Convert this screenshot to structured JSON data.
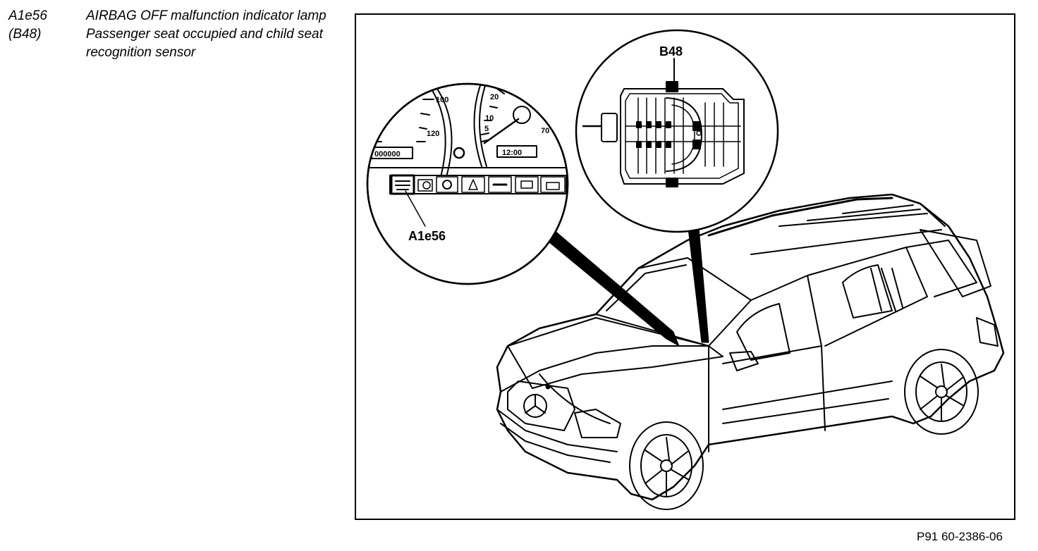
{
  "legend": [
    {
      "code": "A1e56",
      "description": "AIRBAG OFF malfunction indicator lamp"
    },
    {
      "code": "(B48)",
      "description": "Passenger seat occupied and child seat recognition sensor"
    }
  ],
  "callouts": {
    "cluster": "A1e56",
    "seat": "B48"
  },
  "cluster": {
    "speed_ticks": [
      "100",
      "120"
    ],
    "tach_ticks": [
      "20",
      "10",
      "5",
      "70"
    ],
    "odometer": "000000",
    "clock": "12:00"
  },
  "figure_id": "P91 60-2386-06"
}
